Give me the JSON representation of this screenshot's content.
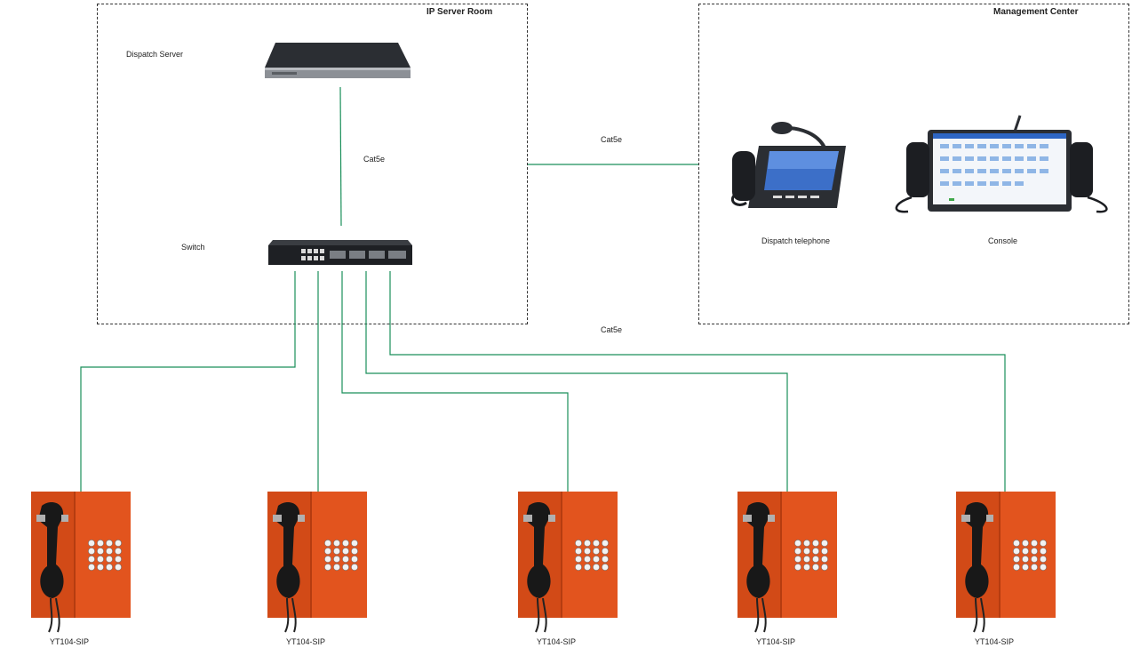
{
  "zones": {
    "ip_server_room": "IP Server Room",
    "management_center": "Management Center"
  },
  "devices": {
    "dispatch_server": "Dispatch Server",
    "switch": "Switch",
    "dispatch_telephone": "Dispatch telephone",
    "console": "Console"
  },
  "cables": {
    "server_switch": "Cat5e",
    "room_to_center": "Cat5e",
    "switch_to_phones": "Cat5e"
  },
  "phones": [
    {
      "model": "YT104-SIP"
    },
    {
      "model": "YT104-SIP"
    },
    {
      "model": "YT104-SIP"
    },
    {
      "model": "YT104-SIP"
    },
    {
      "model": "YT104-SIP"
    }
  ],
  "colors": {
    "link_green": "#1a8f5a",
    "phone_orange": "#e2541e",
    "device_dark": "#2b2e33"
  }
}
